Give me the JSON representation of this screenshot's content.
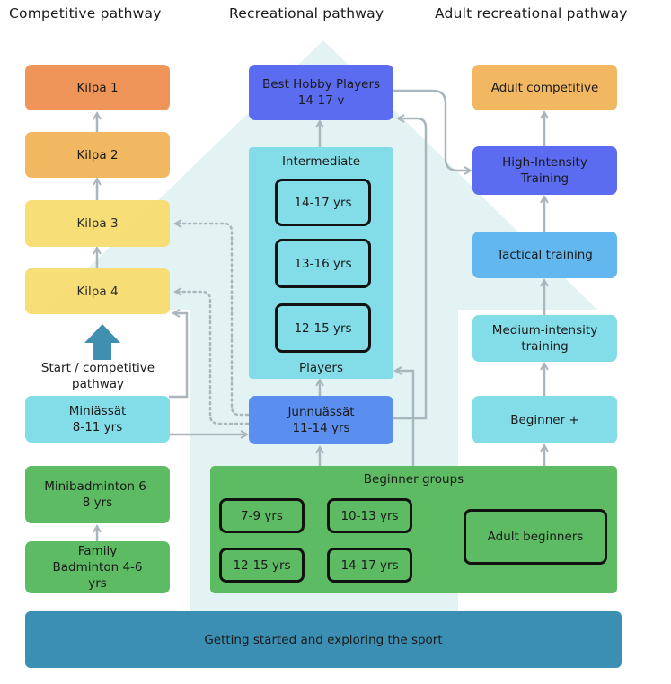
{
  "headers": {
    "competitive": "Competitive pathway",
    "recreational": "Recreational pathway",
    "adult": "Adult recreational pathway"
  },
  "competitive": {
    "kilpa1": "Kilpa 1",
    "kilpa2": "Kilpa 2",
    "kilpa3": "Kilpa 3",
    "kilpa4": "Kilpa 4",
    "start_label": "Start / competitive pathway",
    "miniassat": "Miniässät 8-11 yrs",
    "minibadminton": "Minibadminton 6-8 yrs",
    "family": "Family Badminton 4-6 yrs"
  },
  "recreational": {
    "best_hobby": "Best Hobby Players 14-17-v",
    "intermediate": "Intermediate",
    "players": "Players",
    "int_groups": [
      "14-17 yrs",
      "13-16 yrs",
      "12-15 yrs"
    ],
    "junnuassat": "Junnuässät 11-14 yrs"
  },
  "adult": {
    "adult_competitive": "Adult competitive",
    "high_intensity": "High-Intensity Training",
    "tactical": "Tactical training",
    "medium": "Medium-intensity training",
    "beginner_plus": "Beginner +"
  },
  "beginner": {
    "title": "Beginner groups",
    "groups": [
      "7-9 yrs",
      "10-13 yrs",
      "12-15 yrs",
      "14-17 yrs"
    ],
    "adult_beginners": "Adult beginners"
  },
  "footer": "Getting started and exploring the sport",
  "colors": {
    "background_arrow": "#e3f2f2",
    "arrow_gray": "#a9b6bd",
    "start_arrow": "#3e8fb0",
    "footer_bar": "#3a8fb2"
  }
}
